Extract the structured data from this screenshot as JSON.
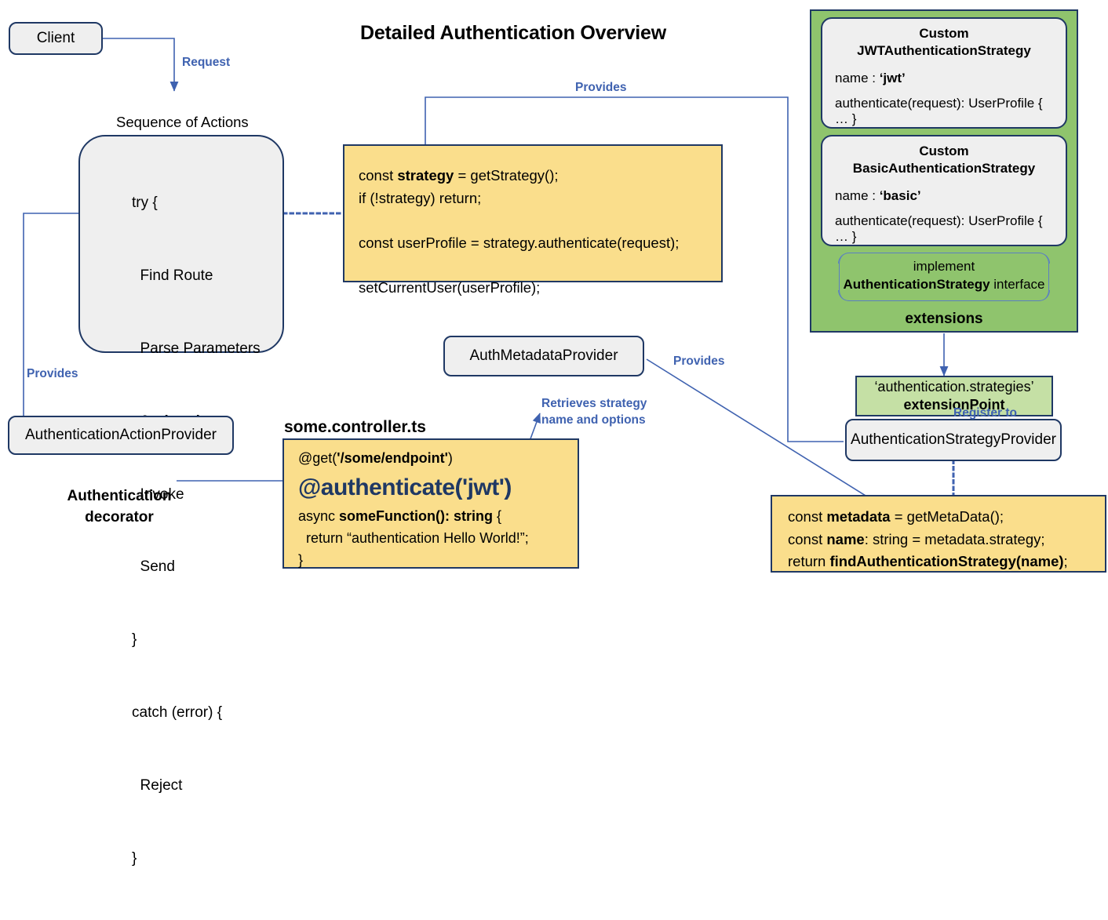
{
  "title": "Detailed Authentication Overview",
  "nodes": {
    "client": "Client",
    "sequence_heading": "Sequence of Actions",
    "sequence_actions": [
      "try {",
      "Find Route",
      "Parse Parameters",
      "Authenticate",
      "Invoke",
      "Send",
      "}",
      "catch (error) {",
      "Reject",
      "}"
    ],
    "auth_action_provider": "AuthenticationActionProvider",
    "auth_metadata_provider": "AuthMetadataProvider",
    "auth_strategy_provider": "AuthenticationStrategyProvider",
    "authentication_decorator": "Authentication\ndecorator",
    "controller_filename": "some.controller.ts"
  },
  "code_authenticate": {
    "lines": [
      {
        "pre": "const ",
        "bold": "strategy",
        "post": " = getStrategy();"
      },
      {
        "pre": "if (!strategy) return;",
        "bold": "",
        "post": ""
      },
      {
        "pre": "",
        "bold": "",
        "post": ""
      },
      {
        "pre": "const userProfile = strategy.authenticate(request);",
        "bold": "",
        "post": ""
      },
      {
        "pre": "",
        "bold": "",
        "post": ""
      },
      {
        "pre": "setCurrentUser(userProfile);",
        "bold": "",
        "post": ""
      }
    ]
  },
  "code_controller": {
    "line_get_pre": "@get(",
    "line_get_bold": "'/some/endpoint'",
    "line_get_post": ")",
    "line_decorator": "@authenticate('jwt')",
    "line_fn_pre": "async ",
    "line_fn_bold": "someFunction(): string",
    "line_fn_post": " {",
    "line_return": "return “authentication Hello World!”;",
    "line_close": "}"
  },
  "code_metadata": {
    "lines": [
      {
        "pre": "const ",
        "bold": "metadata",
        "post": " = getMetaData();"
      },
      {
        "pre": "const ",
        "bold": "name",
        "post": ": string = metadata.strategy;"
      },
      {
        "pre": "return ",
        "bold": "findAuthenticationStrategy(name)",
        "post": ";"
      }
    ]
  },
  "strategy_cards": [
    {
      "title_line1": "Custom",
      "title_line2": "JWTAuthenticationStrategy",
      "name_label": "name : ",
      "name_value": "‘jwt’",
      "method": "authenticate(request): UserProfile { … }"
    },
    {
      "title_line1": "Custom",
      "title_line2": "BasicAuthenticationStrategy",
      "name_label": "name : ",
      "name_value": "‘basic’",
      "method": "authenticate(request): UserProfile { … }"
    }
  ],
  "extensions_panel": {
    "implement_line1": "implement",
    "implement_bold": "AuthenticationStrategy",
    "implement_tail": " interface",
    "footer": "extensions"
  },
  "extension_point": {
    "line1": "‘authentication.strategies’",
    "line2": "extensionPoint"
  },
  "edge_labels": {
    "request": "Request",
    "provides_top": "Provides",
    "provides_left": "Provides",
    "provides_right": "Provides",
    "register_to": "Register to",
    "retrieves_line1": "Retrieves strategy",
    "retrieves_bold": "name",
    "retrieves_tail": " and options"
  },
  "colors": {
    "navy": "#1f3864",
    "blue_line": "#3f62b0",
    "yellow": "#fade8c",
    "green": "#8fc46d",
    "light_green": "#c5e0a5",
    "gray": "#efefef"
  }
}
